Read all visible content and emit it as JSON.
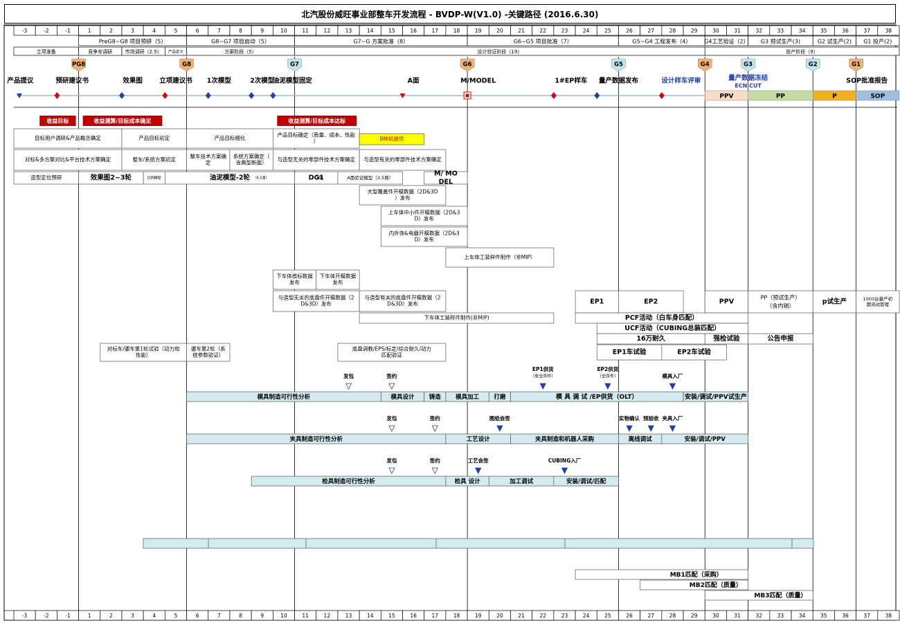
{
  "title": "北汽股份威旺事业部整车开发流程 - BVDP-W(V1.0) -关键路径 (2016.6.30)",
  "chart_data": {
    "type": "gantt",
    "title": "北汽股份威旺事业部整车开发流程 - BVDP-W(V1.0) -关键路径 (2016.6.30)",
    "weeks": [
      "-3",
      "-2",
      "-1",
      "1",
      "2",
      "3",
      "4",
      "5",
      "6",
      "7",
      "8",
      "9",
      "10",
      "11",
      "12",
      "13",
      "14",
      "15",
      "16",
      "17",
      "18",
      "19",
      "20",
      "21",
      "22",
      "23",
      "24",
      "25",
      "26",
      "27",
      "28",
      "29",
      "30",
      "31",
      "32",
      "33",
      "34",
      "35",
      "36",
      "37",
      "38"
    ],
    "phases_row1": [
      {
        "label": "PreG8~G8 项目预研（5）",
        "start": 1,
        "end": 5
      },
      {
        "label": "G8~G7 项目启动（5）",
        "start": 6,
        "end": 10
      },
      {
        "label": "G7~G 方案批准（8）",
        "start": 11,
        "end": 18
      },
      {
        "label": "G6~G5 项目批准（7）",
        "start": 19,
        "end": 25
      },
      {
        "label": "G5~G4 工程发布（4）",
        "start": 26,
        "end": 29
      },
      {
        "label": "G4工艺验证（2）",
        "start": 30,
        "end": 31
      },
      {
        "label": "G3 预试生产(3)",
        "start": 32,
        "end": 34
      },
      {
        "label": "G2 试生产(2)",
        "start": 35,
        "end": 36
      },
      {
        "label": "G1 投产(2)",
        "start": 37,
        "end": 38
      }
    ],
    "phases_row2": [
      {
        "label": "立项准备",
        "start": -3,
        "end": -1
      },
      {
        "label": "竞争车调研",
        "start": 1,
        "end": 2
      },
      {
        "label": "市场调研（2.5）",
        "start": 3,
        "end": 4
      },
      {
        "label": "产品定义",
        "start": 5,
        "end": 5
      },
      {
        "label": "方案阶段（5）",
        "start": 6,
        "end": 10
      },
      {
        "label": "设计验证阶段（19）",
        "start": 11,
        "end": 29
      },
      {
        "label": "投产阶段（9）",
        "start": 30,
        "end": 38
      }
    ],
    "gates": [
      {
        "label": "PG8",
        "week": 1,
        "color": "#f0b070"
      },
      {
        "label": "G8",
        "week": 6,
        "color": "#f0b070"
      },
      {
        "label": "G7",
        "week": 11,
        "color": "#bfe6ee"
      },
      {
        "label": "G6",
        "week": 19,
        "color": "#f0b070"
      },
      {
        "label": "G5",
        "week": 26,
        "color": "#bfe6ee"
      },
      {
        "label": "G4",
        "week": 30,
        "color": "#f0b070"
      },
      {
        "label": "G3",
        "week": 32,
        "color": "#bfe6ee"
      },
      {
        "label": "G2",
        "week": 35,
        "color": "#bfe6ee"
      },
      {
        "label": "G1",
        "week": 37,
        "color": "#f0b070"
      }
    ],
    "milestones": [
      {
        "label": "产品提议",
        "week": -3,
        "color": "#1f3fb0",
        "labelWeek": -3.2
      },
      {
        "label": "预研建议书",
        "week": -1,
        "color": "#e00000",
        "labelWeek": -0.8
      },
      {
        "label": "效果图",
        "week": 3,
        "color": "#1f3fb0",
        "labelWeek": 3
      },
      {
        "label": "立项建议书",
        "week": 5,
        "color": "#e00000",
        "labelWeek": 5
      },
      {
        "label": "1次模型",
        "week": 7,
        "color": "#1f3fb0",
        "labelWeek": 7
      },
      {
        "label": "2次模型",
        "week": 9,
        "color": "#1f3fb0",
        "labelWeek": 9
      },
      {
        "label": "油泥模型固定",
        "week": 10,
        "color": "#1f3fb0",
        "labelWeek": 10.4
      },
      {
        "label": "A面",
        "week": 16,
        "color": "#e00000",
        "labelWeek": 16
      },
      {
        "label": "M/MODEL",
        "week": 18,
        "color": "#e00000",
        "labelWeek": 19
      },
      {
        "label": "1#EP样车",
        "week": 23,
        "color": "#e00000",
        "labelWeek": 23.3
      },
      {
        "label": "量产数据发布",
        "week": 25,
        "color": "#1f3fb0",
        "labelWeek": 25.5
      },
      {
        "label": "设计样车评审",
        "week": 28,
        "color": "#e00000",
        "labelWeek": 28.4
      },
      {
        "label": "量产数据冻结",
        "week": 32,
        "color": "#1f3fb0",
        "labelWeek": 31.5
      },
      {
        "label": "ECN CUT",
        "week": 32,
        "color": "#1f3fb0",
        "labelWeek": 31.5
      },
      {
        "label": "SOP批准报告",
        "week": 37,
        "color": "#e00000",
        "labelWeek": 37
      }
    ],
    "production_bars": [
      {
        "label": "PPV",
        "start": 30,
        "end": 31,
        "color": "#f8dcc8"
      },
      {
        "label": "PP",
        "start": 32,
        "end": 34,
        "color": "#c4dca4"
      },
      {
        "label": "P",
        "start": 35,
        "end": 36,
        "color": "#f0b020"
      },
      {
        "label": "SOP",
        "start": 37,
        "end": 38,
        "color": "#9ebfe0"
      }
    ],
    "red_tags": [
      {
        "label": "收益目标",
        "start": -2,
        "end": -1
      },
      {
        "label": "收益测算/目标成本确定",
        "start": 1,
        "end": 4
      },
      {
        "label": "收益测算/目标成本达标",
        "start": 10,
        "end": 13
      }
    ],
    "boxes": [
      {
        "label": "目标用户调研&产品概念确定",
        "start": -3,
        "end": 2,
        "row": 0
      },
      {
        "label": "产品目标初定",
        "start": 3,
        "end": 5,
        "row": 0
      },
      {
        "label": "产品目标细化",
        "start": 6,
        "end": 9,
        "row": 0
      },
      {
        "label": "产品目标确定（质量、成本、性能）",
        "start": 10,
        "end": 13,
        "row": 0
      },
      {
        "label": "B样机提供",
        "start": 14,
        "end": 16,
        "row": 0.25
      },
      {
        "label": "对标&多方案对比&平台技术方案确定",
        "start": -3,
        "end": 2,
        "row": 1
      },
      {
        "label": "整车/系统方案初定",
        "start": 3,
        "end": 5,
        "row": 1
      },
      {
        "label": "整车技术方案确定",
        "start": 6,
        "end": 7,
        "row": 1
      },
      {
        "label": "系统方案确定（含典型断面）",
        "start": 8,
        "end": 9,
        "row": 1
      },
      {
        "label": "与造型无关的零部件技术方案确定",
        "start": 10,
        "end": 13,
        "row": 1
      },
      {
        "label": "与造型有关的零部件技术方案确定",
        "start": 14,
        "end": 17,
        "row": 1
      },
      {
        "label": "造型定位预研",
        "start": -3,
        "end": -1,
        "row": 2
      },
      {
        "label": "效果图2~3轮",
        "start": 1,
        "end": 3,
        "row": 2
      },
      {
        "label": "比例模型",
        "start": 4,
        "end": 4,
        "row": 2
      },
      {
        "label": "油泥模型-2轮",
        "start": 5,
        "end": 10,
        "row": 2
      },
      {
        "label": "（6.5周）",
        "start": 9,
        "end": 9,
        "row": 2
      },
      {
        "label": "DG1",
        "start": 11,
        "end": 12,
        "row": 2
      },
      {
        "label": "（7周）",
        "start": 12,
        "end": 12,
        "row": 2
      },
      {
        "label": "A面验证模型（3.5周）",
        "start": 13,
        "end": 15,
        "row": 2
      },
      {
        "label": "M/ MODEL",
        "start": 17,
        "end": 18,
        "row": 2
      },
      {
        "label": "大型覆盖件开模数据（2D&3D）发布",
        "start": 14,
        "end": 17,
        "row": 3
      },
      {
        "label": "上车体中小件开模数据（2D&3D）发布",
        "start": 15,
        "end": 18,
        "row": 4
      },
      {
        "label": "内外饰&电器开模数据（2D&3D）发布",
        "start": 15,
        "end": 18,
        "row": 5
      },
      {
        "label": "上车体工装样件制作（非MIP）",
        "start": 18,
        "end": 22,
        "row": 6
      },
      {
        "label": "下车体搭标数据发布",
        "start": 10,
        "end": 11,
        "row": 7
      },
      {
        "label": "下车体开模数据发布",
        "start": 12,
        "end": 13,
        "row": 7
      },
      {
        "label": "与造型无关的底盘件开模数据（2D&3D）发布",
        "start": 10,
        "end": 13,
        "row": 8
      },
      {
        "label": "与造型有关的底盘件开模数据（2D&3D）发布",
        "start": 14,
        "end": 17,
        "row": 8
      },
      {
        "label": "下车体工装样件制作(非MIP)",
        "start": 14,
        "end": 22,
        "row": 9
      },
      {
        "label": "EP1",
        "start": 24,
        "end": 25,
        "row": 8
      },
      {
        "label": "EP2",
        "start": 26,
        "end": 28,
        "row": 8
      },
      {
        "label": "PPV",
        "start": 30,
        "end": 31,
        "row": 8
      },
      {
        "label": "PP（预试生产）",
        "start": 32,
        "end": 34,
        "row": 8
      },
      {
        "label": "（含内销）",
        "start": 32,
        "end": 34,
        "row": 8
      },
      {
        "label": "p试生产",
        "start": 35,
        "end": 36,
        "row": 8
      },
      {
        "label": "1000台量产初期流动管理",
        "start": 37,
        "end": 38,
        "row": 8
      },
      {
        "label": "PCF活动（白车身匹配）",
        "start": 24,
        "end": 31,
        "row": 9
      },
      {
        "label": "UCF活动（CUBING总装匹配）",
        "start": 25,
        "end": 31,
        "row": 10
      },
      {
        "label": "16万耐久",
        "start": 25,
        "end": 31,
        "row": 11
      },
      {
        "label": "强检试验",
        "start": 30,
        "end": 31,
        "row": 11
      },
      {
        "label": "公告申报",
        "start": 32,
        "end": 34,
        "row": 11
      },
      {
        "label": "EP1车试验",
        "start": 25,
        "end": 27,
        "row": 12
      },
      {
        "label": "EP2车试验",
        "start": 28,
        "end": 30,
        "row": 12
      },
      {
        "label": "对标车/骡车第1轮试验（动力和性能）",
        "start": 2,
        "end": 5,
        "row": 12
      },
      {
        "label": "骡车第2轮（系统参数验证）",
        "start": 6,
        "end": 7,
        "row": 12
      },
      {
        "label": "底盘调教/EPS/标定/综合耐久/动力匹配验证",
        "start": 13,
        "end": 17,
        "row": 12
      }
    ],
    "mold_row": [
      {
        "label": "模具制造可行性分析",
        "start": 6,
        "end": 14,
        "color": "#d4ecf0"
      },
      {
        "label": "模具设计",
        "start": 15,
        "end": 16,
        "color": "#d4ecf0"
      },
      {
        "label": "铸造",
        "start": 17,
        "end": 17,
        "color": "#d4ecf0"
      },
      {
        "label": "模具加工",
        "start": 18,
        "end": 19,
        "color": "#d4ecf0"
      },
      {
        "label": "打磨",
        "start": 20,
        "end": 20,
        "color": "#d4ecf0"
      },
      {
        "label": "模 具 调 试 /EP供货（OLT）",
        "start": 21,
        "end": 28,
        "color": "#d4ecf0"
      },
      {
        "label": "安装/调试/PPV试生产",
        "start": 29,
        "end": 31,
        "color": "#d4ecf0"
      }
    ],
    "fixture_row": [
      {
        "label": "夹具制造可行性分析",
        "start": 6,
        "end": 17,
        "color": "#d4ecf0"
      },
      {
        "label": "工艺设计",
        "start": 18,
        "end": 20,
        "color": "#d4ecf0"
      },
      {
        "label": "夹具制造和机器人采购",
        "start": 21,
        "end": 25,
        "color": "#d4ecf0"
      },
      {
        "label": "离线调试",
        "start": 26,
        "end": 27,
        "color": "#d4ecf0"
      },
      {
        "label": "安装/调试/PPV",
        "start": 28,
        "end": 31,
        "color": "#d4ecf0"
      }
    ],
    "gauge_row": [
      {
        "label": "检具制造可行性分析",
        "start": 9,
        "end": 17,
        "color": "#d4ecf0"
      },
      {
        "label": "检具 设计",
        "start": 18,
        "end": 19,
        "color": "#d4ecf0"
      },
      {
        "label": "加工调试",
        "start": 20,
        "end": 22,
        "color": "#d4ecf0"
      },
      {
        "label": "安装/调试/匹配",
        "start": 23,
        "end": 25,
        "color": "#d4ecf0"
      }
    ],
    "triangles": [
      {
        "label": "发包",
        "week": 13,
        "row": "mold",
        "filled": false
      },
      {
        "label": "签约",
        "week": 15,
        "row": "mold",
        "filled": false
      },
      {
        "label": "EP1供货",
        "sub": "（非全序件）",
        "week": 22,
        "row": "mold",
        "filled": true
      },
      {
        "label": "EP2供货",
        "sub": "（全序件）",
        "week": 25,
        "row": "mold",
        "filled": true
      },
      {
        "label": "模具入厂",
        "week": 28,
        "row": "mold",
        "filled": true
      },
      {
        "label": "发包",
        "week": 15,
        "row": "fixture",
        "filled": false
      },
      {
        "label": "签约",
        "week": 17,
        "row": "fixture",
        "filled": false
      },
      {
        "label": "图纸会签",
        "week": 20,
        "row": "fixture",
        "filled": true
      },
      {
        "label": "实物确认",
        "week": 26,
        "row": "fixture",
        "filled": true
      },
      {
        "label": "预验收",
        "week": 27,
        "row": "fixture",
        "filled": true
      },
      {
        "label": "夹具入厂",
        "week": 28,
        "row": "fixture",
        "filled": true
      },
      {
        "label": "发包",
        "week": 15,
        "row": "gauge",
        "filled": false
      },
      {
        "label": "签约",
        "week": 17,
        "row": "gauge",
        "filled": false
      },
      {
        "label": "工艺会签",
        "week": 19,
        "row": "gauge",
        "filled": true
      },
      {
        "label": "CUBING入厂",
        "week": 23,
        "row": "gauge",
        "filled": true
      }
    ],
    "mb_bars": [
      {
        "label": "MB1匹配（采购）",
        "start": 24,
        "end": 31
      },
      {
        "label": "MB2匹配（质量）",
        "start": 27,
        "end": 31
      },
      {
        "label": "MB3匹配（质量）",
        "start": 30,
        "end": 34
      }
    ]
  }
}
